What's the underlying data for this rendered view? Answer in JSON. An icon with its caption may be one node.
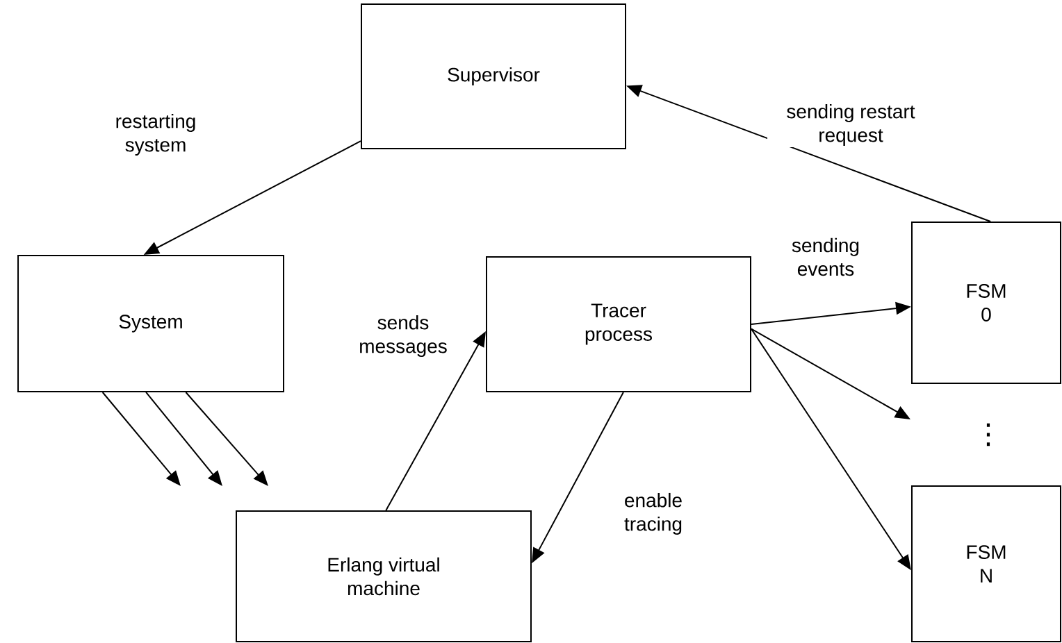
{
  "diagram": {
    "nodes": [
      {
        "text": [
          "Supervisor"
        ]
      },
      {
        "text": [
          "System"
        ]
      },
      {
        "text": [
          "Tracer process"
        ]
      },
      {
        "text": [
          "FSM 0"
        ]
      },
      {
        "text": [
          "Erlang virtual machine"
        ]
      },
      {
        "text": [
          "FSM N"
        ]
      }
    ],
    "edges": [
      {
        "from": 0,
        "to": 1,
        "arrow": "to",
        "label": "restarting system"
      },
      {
        "from": 3,
        "to": 0,
        "arrow": "to",
        "label": "sending restart request"
      },
      {
        "from": 4,
        "to": 2,
        "arrow": "to",
        "label": "sends messages"
      },
      {
        "from": 2,
        "to": 4,
        "arrow": "to",
        "label": "enable tracing"
      },
      {
        "from": 2,
        "to": 3,
        "arrow": "to",
        "label": "sending events"
      },
      {
        "from": 2,
        "to": null,
        "arrow": "to"
      },
      {
        "from": 2,
        "to": 5,
        "arrow": "to"
      },
      {
        "from": 1,
        "to": null,
        "arrow": "to"
      },
      {
        "from": 1,
        "to": null,
        "arrow": "to"
      },
      {
        "from": 1,
        "to": null,
        "arrow": "to"
      }
    ],
    "labels": [
      "⋮"
    ]
  }
}
